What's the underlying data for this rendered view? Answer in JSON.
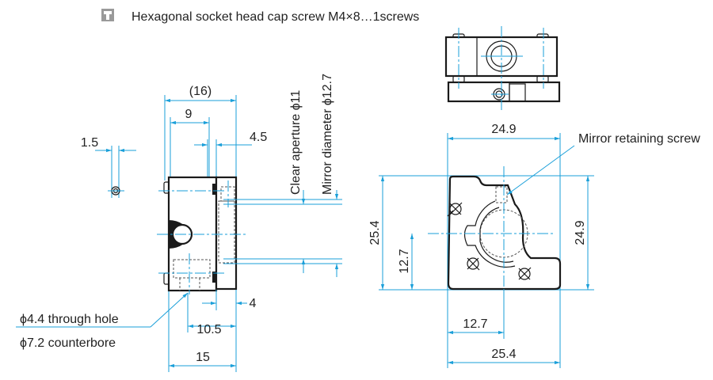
{
  "header": {
    "icon": "screw-icon",
    "text": "Hexagonal socket head cap screw M4×8…1screws"
  },
  "side_view": {
    "dim_overall": "(16)",
    "dim_9": "9",
    "dim_4_5": "4.5",
    "dim_1_5": "1.5",
    "clear_aperture": "Clear aperture ϕ11",
    "mirror_diameter": "Mirror diameter ϕ12.7",
    "through_hole": "ϕ4.4 through hole",
    "counterbore": "ϕ7.2 counterbore",
    "dim_4": "4",
    "dim_10_5": "10.5",
    "dim_15": "15"
  },
  "front_view": {
    "dim_top_width": "24.9",
    "retaining_screw": "Mirror retaining screw",
    "dim_left_height": "25.4",
    "dim_center_height": "12.7",
    "dim_right_height": "24.9",
    "dim_center_width": "12.7",
    "dim_bottom_width": "25.4"
  },
  "colors": {
    "dimension": "#1a9fd9",
    "outline": "#1a1a1a",
    "icon": "#9a9a9a"
  }
}
